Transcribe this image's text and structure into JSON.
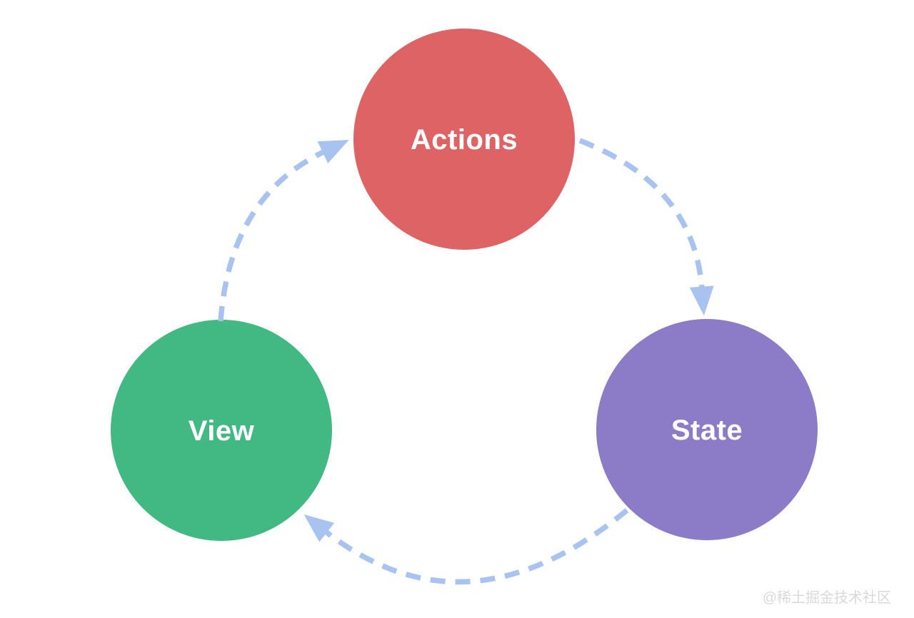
{
  "diagram": {
    "type": "one-way-data-flow-cycle",
    "nodes": [
      {
        "id": "actions",
        "label": "Actions",
        "color": "#de6365"
      },
      {
        "id": "state",
        "label": "State",
        "color": "#8c7cc8"
      },
      {
        "id": "view",
        "label": "View",
        "color": "#42b883"
      }
    ],
    "edges": [
      {
        "from": "view",
        "to": "actions"
      },
      {
        "from": "actions",
        "to": "state"
      },
      {
        "from": "state",
        "to": "view"
      }
    ],
    "arrow_color": "#a8c3f0",
    "label_color": "#ffffff",
    "background_color": "#ffffff"
  },
  "watermark": {
    "text": "@稀土掘金技术社区",
    "color": "#d9d9d9"
  }
}
